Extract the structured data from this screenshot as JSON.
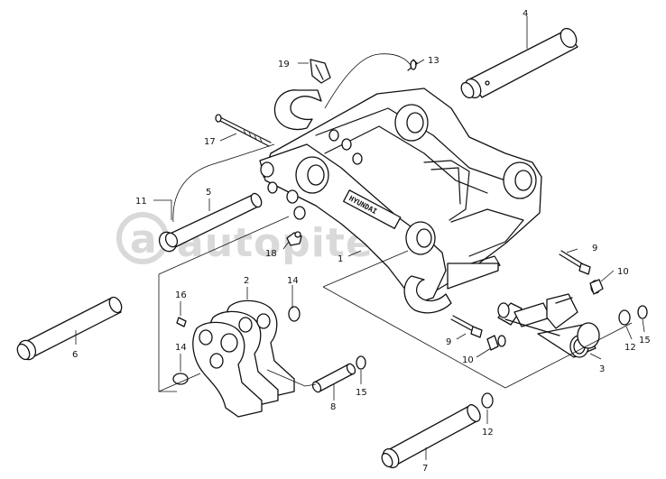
{
  "watermark": {
    "text": "autopiter.ru",
    "logo_glyph": "a"
  },
  "brand_plate": "HYUNDAI",
  "callouts": [
    {
      "id": "c1",
      "text": "1"
    },
    {
      "id": "c2",
      "text": "2"
    },
    {
      "id": "c3",
      "text": "3"
    },
    {
      "id": "c4",
      "text": "4"
    },
    {
      "id": "c5",
      "text": "5"
    },
    {
      "id": "c6",
      "text": "6"
    },
    {
      "id": "c7",
      "text": "7"
    },
    {
      "id": "c8",
      "text": "8"
    },
    {
      "id": "c9a",
      "text": "9"
    },
    {
      "id": "c9b",
      "text": "9"
    },
    {
      "id": "c10a",
      "text": "10"
    },
    {
      "id": "c10b",
      "text": "10"
    },
    {
      "id": "c11",
      "text": "11"
    },
    {
      "id": "c12a",
      "text": "12"
    },
    {
      "id": "c12b",
      "text": "12"
    },
    {
      "id": "c13",
      "text": "13"
    },
    {
      "id": "c14a",
      "text": "14"
    },
    {
      "id": "c14b",
      "text": "14"
    },
    {
      "id": "c15a",
      "text": "15"
    },
    {
      "id": "c15b",
      "text": "15"
    },
    {
      "id": "c16",
      "text": "16"
    },
    {
      "id": "c17",
      "text": "17"
    },
    {
      "id": "c18",
      "text": "18"
    },
    {
      "id": "c19",
      "text": "19"
    }
  ]
}
